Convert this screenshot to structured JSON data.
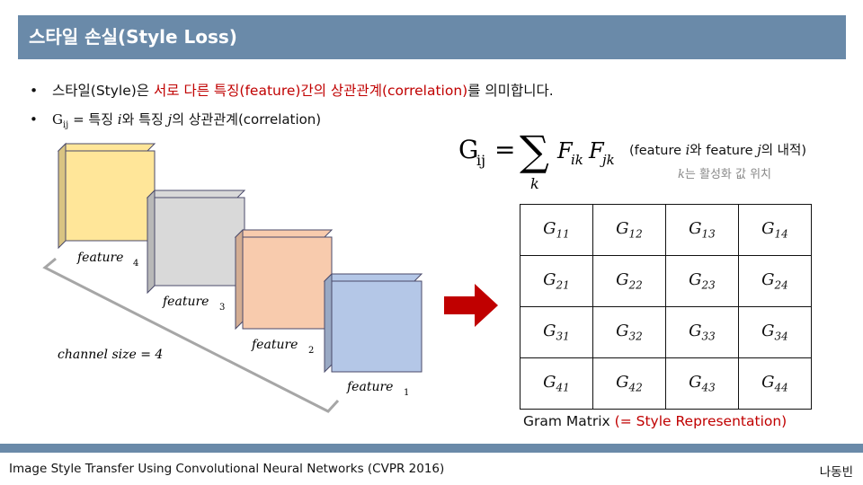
{
  "header": {
    "title": "스타일 손실(Style Loss)"
  },
  "bullets": {
    "b1_start": "스타일(Style)은 ",
    "b1_red": "서로 다른 특징(feature)간의 상관관계(correlation)",
    "b1_end": "를 의미합니다.",
    "b2_g": "G",
    "b2_sub": "ij",
    "b2_eq": " = 특징 ",
    "b2_i": "i",
    "b2_mid": "와 특징 ",
    "b2_j": "j",
    "b2_end": "의 상관관계(correlation)"
  },
  "formula": {
    "lhs": "G",
    "lhs_sub": "ij",
    "eq": "=",
    "sum": "∑",
    "sum_index": "k",
    "f1": "F",
    "f1_sub": "ik",
    "f2": "F",
    "f2_sub": "jk",
    "note_start": "(feature ",
    "note_i": "i",
    "note_mid": "와 feature ",
    "note_j": "j",
    "note_end": "의 내적)",
    "sub_k": "k",
    "sub_text": "는 활성화 값 위치"
  },
  "diagram": {
    "features": [
      {
        "label": "feature",
        "sub": "4",
        "color": "#ffe699"
      },
      {
        "label": "feature",
        "sub": "3",
        "color": "#d9d9d9"
      },
      {
        "label": "feature",
        "sub": "2",
        "color": "#f8cbad"
      },
      {
        "label": "feature",
        "sub": "1",
        "color": "#b4c7e7"
      }
    ],
    "channel_label": "channel size = 4",
    "arrow_color": "#c00000"
  },
  "gram": {
    "symbol": "G",
    "rows": [
      [
        "11",
        "12",
        "13",
        "14"
      ],
      [
        "21",
        "22",
        "23",
        "24"
      ],
      [
        "31",
        "32",
        "33",
        "34"
      ],
      [
        "41",
        "42",
        "43",
        "44"
      ]
    ],
    "caption_start": "Gram Matrix ",
    "caption_red": "(= Style Representation)"
  },
  "footer": {
    "left": "Image Style Transfer Using Convolutional Neural Networks (CVPR 2016)",
    "right": "나동빈"
  }
}
